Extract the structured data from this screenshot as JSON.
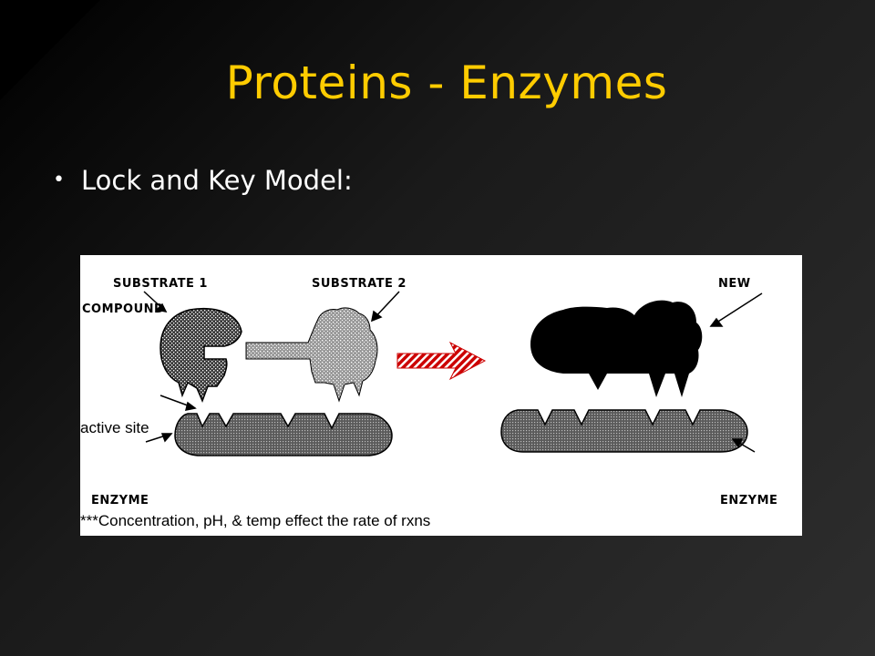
{
  "slide": {
    "title": "Proteins - Enzymes",
    "bullets": [
      "Lock and Key Model:"
    ]
  },
  "diagram": {
    "labels": {
      "substrate1": "SUBSTRATE 1",
      "substrate2": "SUBSTRATE 2",
      "compound": "COMPOUND",
      "new": "NEW",
      "active_site": "active site",
      "enzyme_left": "ENZYME",
      "enzyme_right": "ENZYME",
      "note": "***Concentration, pH, & temp effect the rate of rxns"
    },
    "colors": {
      "title": "#ffcc00",
      "text": "#ffffff",
      "arrow": "#cc0000",
      "product": "#000000"
    }
  }
}
